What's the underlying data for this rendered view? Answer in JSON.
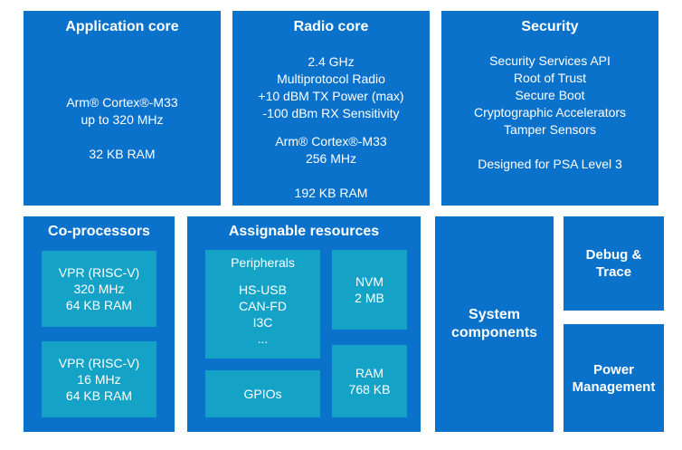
{
  "application_core": {
    "title": "Application core",
    "lines": [
      "Arm® Cortex®-M33",
      "up to 320 MHz",
      "",
      "32 KB RAM"
    ]
  },
  "radio_core": {
    "title": "Radio core",
    "lines": [
      "2.4 GHz",
      "Multiprotocol Radio",
      "+10 dBM TX Power (max)",
      "-100 dBm RX Sensitivity",
      "",
      "Arm® Cortex®-M33",
      "256 MHz",
      "",
      "192  KB RAM"
    ]
  },
  "security": {
    "title": "Security",
    "lines": [
      "Security Services API",
      "Root of Trust",
      "Secure Boot",
      "Cryptographic Accelerators",
      "Tamper Sensors",
      "",
      "Designed for PSA Level 3"
    ]
  },
  "coprocessors": {
    "title": "Co-processors",
    "vpr1": [
      "VPR (RISC-V)",
      "320 MHz",
      "64 KB RAM"
    ],
    "vpr2": [
      "VPR (RISC-V)",
      "16 MHz",
      "64 KB RAM"
    ]
  },
  "assignable": {
    "title": "Assignable resources",
    "peripherals": [
      "Peripherals",
      "",
      "HS-USB",
      "CAN-FD",
      "I3C",
      "..."
    ],
    "nvm": [
      "NVM",
      "2 MB"
    ],
    "gpios": "GPIOs",
    "ram": [
      "RAM",
      "768 KB"
    ]
  },
  "system_components": {
    "lines": [
      "System",
      "components"
    ]
  },
  "debug_trace": {
    "lines": [
      "Debug &",
      "Trace"
    ]
  },
  "power_management": {
    "lines": [
      "Power",
      "Management"
    ]
  }
}
